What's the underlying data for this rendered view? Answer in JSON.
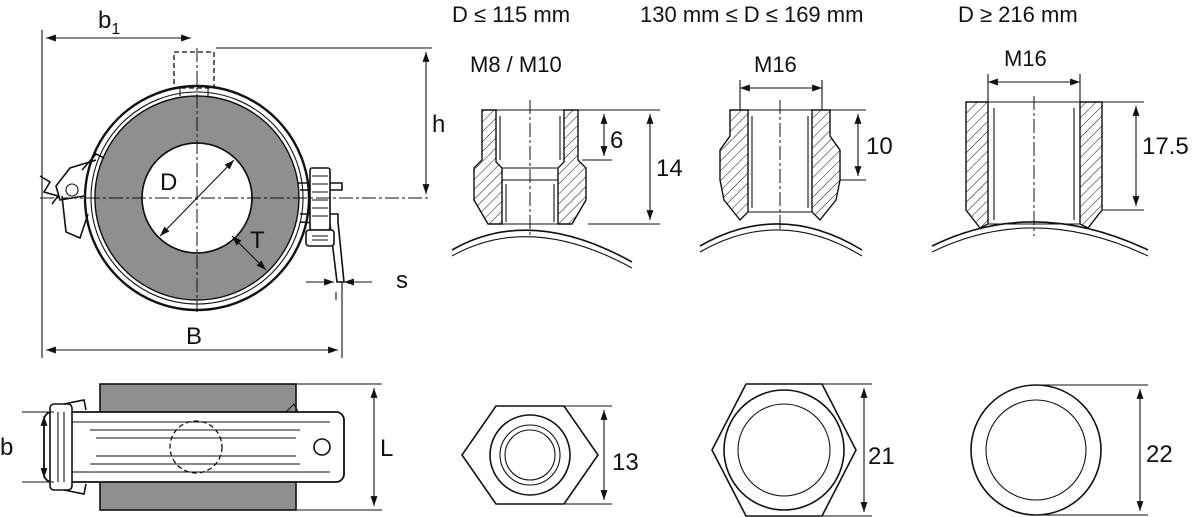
{
  "top_view": {
    "label_b1": "b",
    "label_b1_sub": "1",
    "label_h": "h",
    "label_D": "D",
    "label_T": "T",
    "label_s": "s",
    "label_B": "B"
  },
  "side_view": {
    "label_b": "b",
    "label_L": "L"
  },
  "nuts": [
    {
      "range": "D ≤ 115 mm",
      "thread": "M8 / M10",
      "inner_depth": "6",
      "height": "14",
      "width": "13"
    },
    {
      "range": "130 mm ≤ D ≤ 169 mm",
      "thread": "M16",
      "inner_depth": "10",
      "width": "21"
    },
    {
      "range": "D ≥ 216 mm",
      "thread": "M16",
      "height": "17.5",
      "width": "22"
    }
  ],
  "colors": {
    "line": "#111111",
    "insulation": "#8f8f8f",
    "background": "#ffffff"
  }
}
